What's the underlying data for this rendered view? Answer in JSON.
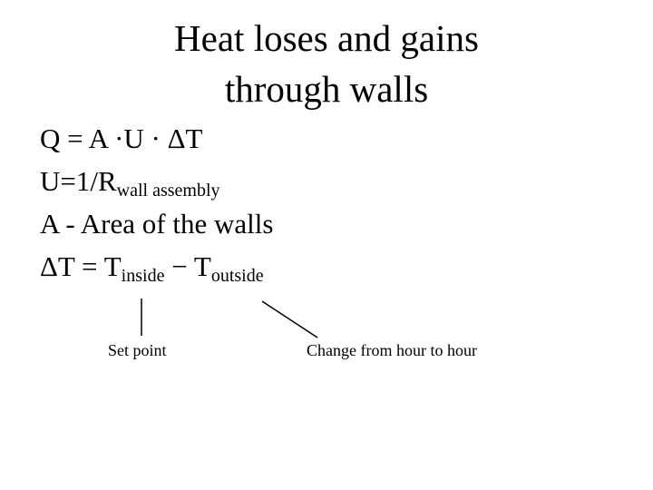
{
  "title": {
    "line1": "Heat loses and gains",
    "line2": "through walls"
  },
  "equations": {
    "q": "Q = A ·U · ΔT",
    "u_main": "U=1/R",
    "u_sub": "wall assembly",
    "a": "A - Area  of the walls",
    "dt_lhs": "ΔT = T",
    "dt_sub1": "inside",
    "dt_minus": " − T",
    "dt_sub2": "outside"
  },
  "annotations": {
    "set_point": "Set point",
    "change": "Change from hour to hour"
  }
}
